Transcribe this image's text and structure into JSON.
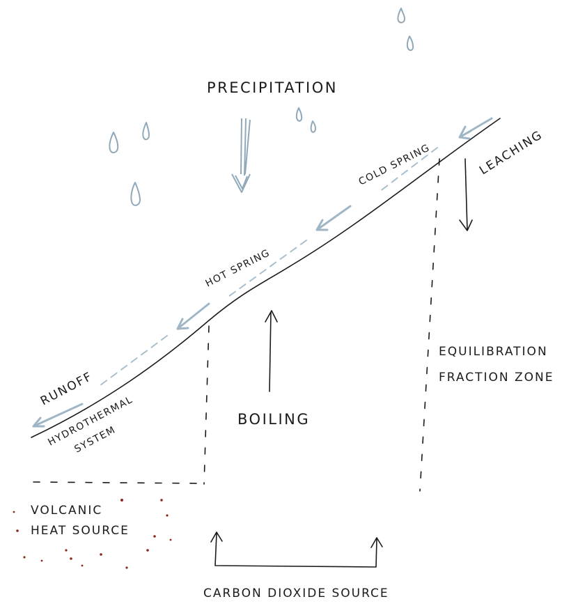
{
  "labels": {
    "precipitation": "PRECIPITATION",
    "cold_spring": "COLD SPRING",
    "leaching": "LEACHING",
    "hot_spring": "HOT SPRING",
    "equilibration_line1": "EQUILIBRATION",
    "equilibration_line2": "FRACTION ZONE",
    "runoff": "RUNOFF",
    "hydrothermal_line1": "HYDROTHERMAL",
    "hydrothermal_line2": "SYSTEM",
    "boiling": "BOILING",
    "volcanic_line1": "VOLCANIC",
    "volcanic_line2": "HEAT SOURCE",
    "carbon_dioxide_source": "CARBON DIOXIDE SOURCE"
  },
  "colors": {
    "ink": "#1a1a1a",
    "water": "#9fb6c6",
    "heat_dots": "#8a2a1c"
  }
}
